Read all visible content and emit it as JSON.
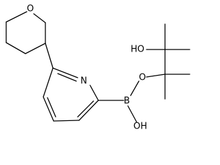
{
  "structure": {
    "labels": {
      "ring_oxygen": "O",
      "pyridine_nitrogen": "N",
      "boron": "B",
      "ester_oxygen": "O",
      "hydroxyl_pinacol": "HO",
      "hydroxyl_boron": "OH"
    }
  },
  "colors": {
    "bond": "#000000",
    "background": "#ffffff"
  }
}
